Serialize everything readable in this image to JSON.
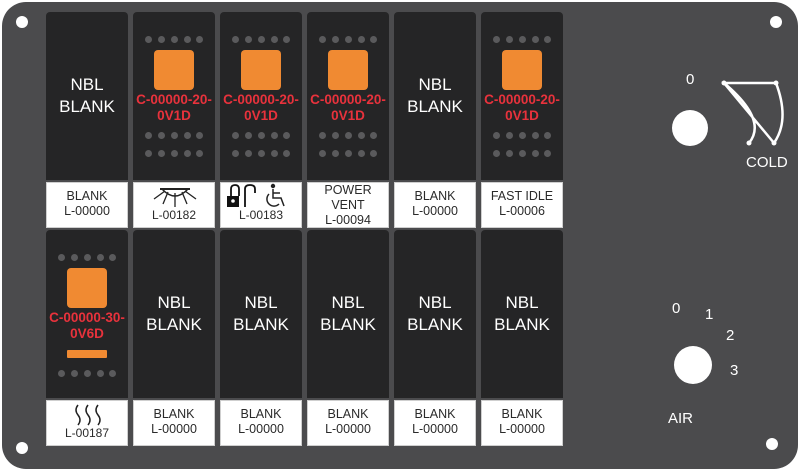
{
  "panel": {
    "colors": {
      "panel": "#4b4b4d",
      "rocker": "#252526",
      "lamp": "#f08a32",
      "code_text": "#e8323c"
    },
    "switches": [
      {
        "type": "blank",
        "face": [
          "NBL",
          "BLANK"
        ],
        "plate": [
          "BLANK",
          "L-00000"
        ]
      },
      {
        "type": "lamp",
        "code": [
          "C-00000-20-",
          "0V1D"
        ],
        "icon": "light-bar-icon",
        "plate": [
          "",
          "L-00182"
        ]
      },
      {
        "type": "lamp",
        "code": [
          "C-00000-20-",
          "0V1D"
        ],
        "icon": "lock-wheelchair-icon",
        "plate": [
          "",
          "L-00183"
        ]
      },
      {
        "type": "lamp",
        "code": [
          "C-00000-20-",
          "0V1D"
        ],
        "plate": [
          "POWER",
          "VENT",
          "L-00094"
        ]
      },
      {
        "type": "blank",
        "face": [
          "NBL",
          "BLANK"
        ],
        "plate": [
          "BLANK",
          "L-00000"
        ]
      },
      {
        "type": "lamp",
        "code": [
          "C-00000-20-",
          "0V1D"
        ],
        "plate": [
          "FAST IDLE",
          "L-00006"
        ]
      },
      {
        "type": "lamp-bar",
        "code": [
          "C-00000-30-",
          "0V6D"
        ],
        "icon": "heat-waves-icon",
        "plate": [
          "",
          "L-00187"
        ]
      },
      {
        "type": "blank",
        "face": [
          "NBL",
          "BLANK"
        ],
        "plate": [
          "BLANK",
          "L-00000"
        ]
      },
      {
        "type": "blank",
        "face": [
          "NBL",
          "BLANK"
        ],
        "plate": [
          "BLANK",
          "L-00000"
        ]
      },
      {
        "type": "blank",
        "face": [
          "NBL",
          "BLANK"
        ],
        "plate": [
          "BLANK",
          "L-00000"
        ]
      },
      {
        "type": "blank",
        "face": [
          "NBL",
          "BLANK"
        ],
        "plate": [
          "BLANK",
          "L-00000"
        ]
      },
      {
        "type": "blank",
        "face": [
          "NBL",
          "BLANK"
        ],
        "plate": [
          "BLANK",
          "L-00000"
        ]
      }
    ],
    "temp_knob": {
      "zero": "0",
      "label": "COLD"
    },
    "air_knob": {
      "ticks": [
        "0",
        "1",
        "2",
        "3"
      ],
      "label": "AIR"
    }
  }
}
